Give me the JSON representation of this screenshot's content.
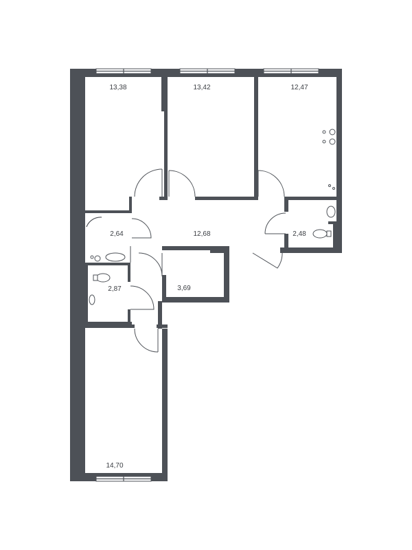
{
  "floor_plan": {
    "rooms": [
      {
        "id": "bedroom-1",
        "area": "13,38"
      },
      {
        "id": "bedroom-2",
        "area": "13,42"
      },
      {
        "id": "kitchen-living",
        "area": "12,47"
      },
      {
        "id": "bathroom-1",
        "area": "2,64"
      },
      {
        "id": "hallway",
        "area": "12,68"
      },
      {
        "id": "bathroom-2",
        "area": "2,48"
      },
      {
        "id": "toilet",
        "area": "2,87"
      },
      {
        "id": "storage",
        "area": "3,69"
      },
      {
        "id": "bedroom-3",
        "area": "14,70"
      }
    ],
    "colors": {
      "wall": "#4d5157",
      "background": "#ffffff",
      "text": "#3a3d42"
    }
  }
}
